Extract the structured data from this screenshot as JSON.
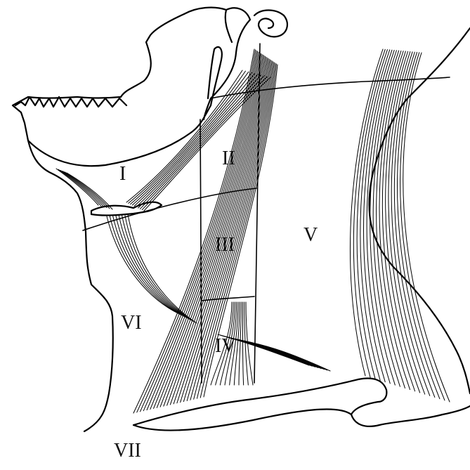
{
  "labels": {
    "level_1": "I",
    "level_2": "II",
    "level_3": "III",
    "level_4": "IV",
    "level_5": "V",
    "level_6": "VI",
    "level_7": "VII"
  },
  "colors": {
    "ink": "#000000",
    "background": "#ffffff"
  }
}
